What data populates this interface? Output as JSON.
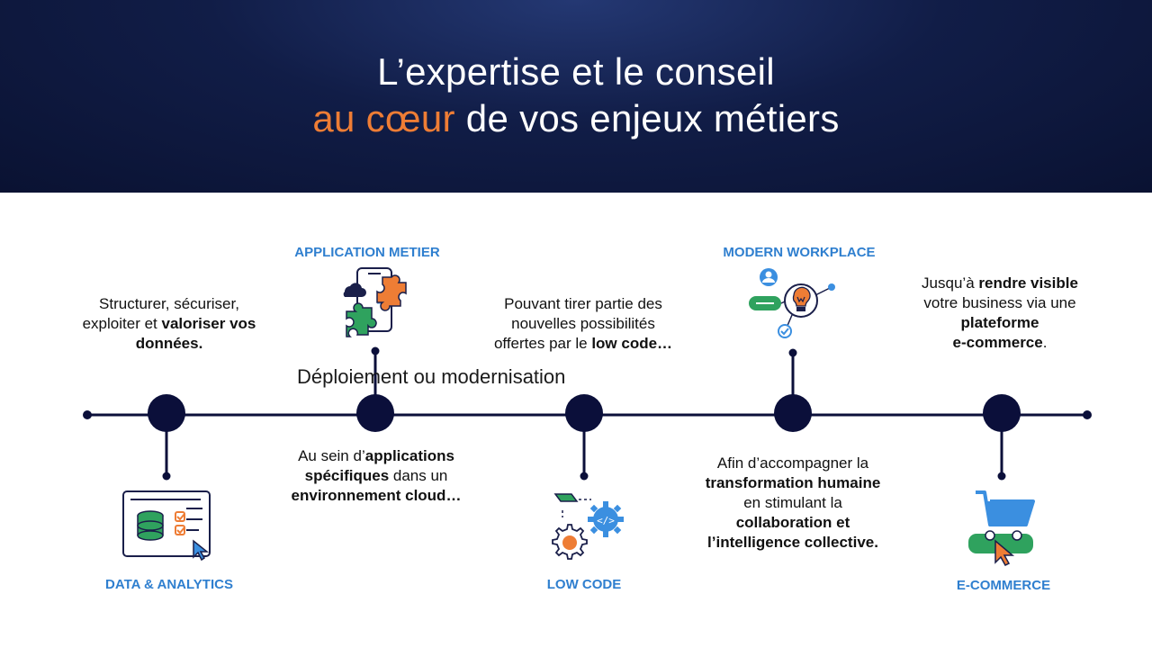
{
  "header": {
    "title_line1": "L’expertise et le conseil",
    "title_line2_accent": "au cœur",
    "title_line2_rest": " de vos enjeux métiers"
  },
  "timeline": {
    "overlay_text": "Déploiement ou modernisation",
    "nodes": [
      {
        "label": "DATA & ANALYTICS",
        "icon": "database-dashboard-icon",
        "description": [
          {
            "t": "Structurer, sécuriser,",
            "b": false
          },
          {
            "t": "\n",
            "b": false
          },
          {
            "t": "exploiter et ",
            "b": false
          },
          {
            "t": "valoriser vos",
            "b": true
          },
          {
            "t": "\n",
            "b": false
          },
          {
            "t": "données.",
            "b": true
          }
        ]
      },
      {
        "label": "APPLICATION METIER",
        "icon": "puzzle-mobile-icon",
        "description": [
          {
            "t": "Au sein d’",
            "b": false
          },
          {
            "t": "applications",
            "b": true
          },
          {
            "t": "\n",
            "b": false
          },
          {
            "t": "spécifiques",
            "b": true
          },
          {
            "t": " dans un",
            "b": false
          },
          {
            "t": "\n",
            "b": false
          },
          {
            "t": "environnement cloud…",
            "b": true
          }
        ]
      },
      {
        "label": "LOW CODE",
        "icon": "gears-code-icon",
        "description": [
          {
            "t": "Pouvant tirer partie des",
            "b": false
          },
          {
            "t": "\n",
            "b": false
          },
          {
            "t": "nouvelles possibilités",
            "b": false
          },
          {
            "t": "\n",
            "b": false
          },
          {
            "t": "offertes par le ",
            "b": false
          },
          {
            "t": "low code…",
            "b": true
          }
        ]
      },
      {
        "label": "MODERN WORKPLACE",
        "icon": "collaboration-idea-icon",
        "description": [
          {
            "t": "Afin d’accompagner la",
            "b": false
          },
          {
            "t": "\n",
            "b": false
          },
          {
            "t": "transformation humaine",
            "b": true
          },
          {
            "t": "\n",
            "b": false
          },
          {
            "t": "en stimulant la",
            "b": false
          },
          {
            "t": "\n",
            "b": false
          },
          {
            "t": "collaboration et",
            "b": true
          },
          {
            "t": "\n",
            "b": false
          },
          {
            "t": "l’intelligence collective.",
            "b": true
          }
        ]
      },
      {
        "label": "E-COMMERCE",
        "icon": "shopping-cart-icon",
        "description": [
          {
            "t": "Jusqu’à ",
            "b": false
          },
          {
            "t": "rendre visible",
            "b": true
          },
          {
            "t": "\n",
            "b": false
          },
          {
            "t": "votre business via une",
            "b": false
          },
          {
            "t": "\n",
            "b": false
          },
          {
            "t": "plateforme",
            "b": true
          },
          {
            "t": "\n",
            "b": false
          },
          {
            "t": "e-commerce",
            "b": true
          },
          {
            "t": ".",
            "b": false
          }
        ]
      }
    ]
  },
  "colors": {
    "header_bg": "#0f1a44",
    "accent_orange": "#ee7d35",
    "label_blue": "#2f7fcf",
    "node_dark": "#0b0f3a",
    "icon_green": "#2fa25e",
    "icon_blue": "#3b8fe0"
  }
}
